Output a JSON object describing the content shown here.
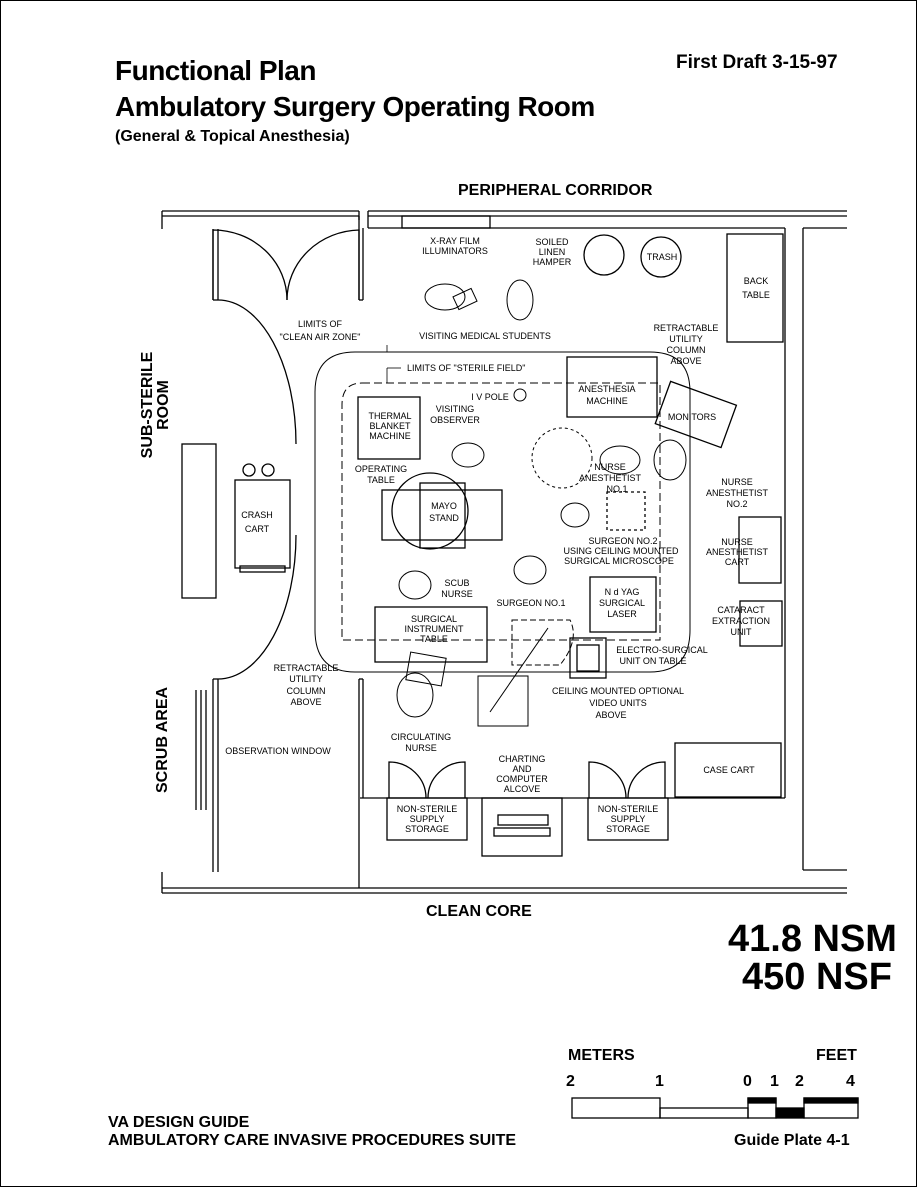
{
  "header": {
    "title_line1": "Functional Plan",
    "title_line2": "Ambulatory Surgery Operating Room",
    "subtitle": "(General & Topical Anesthesia)",
    "draft": "First Draft  3-15-97"
  },
  "corridors": {
    "top": "PERIPHERAL CORRIDOR",
    "bottom": "CLEAN CORE",
    "left_upper": "SUB-STERILE ROOM",
    "left_lower": "SCRUB AREA"
  },
  "area": {
    "metric": "41.8 NSM",
    "imperial": "450 NSF"
  },
  "labels": {
    "xray": [
      "X-RAY FILM",
      "ILLUMINATORS"
    ],
    "linen": [
      "SOILED",
      "LINEN",
      "HAMPER"
    ],
    "trash": "TRASH",
    "back_table": [
      "BACK",
      "TABLE"
    ],
    "visiting_students": "VISITING MEDICAL STUDENTS",
    "clean_air": [
      "LIMITS OF",
      "\"CLEAN AIR ZONE\""
    ],
    "sterile_field": "LIMITS OF \"STERILE FIELD\"",
    "retract_right": [
      "RETRACTABLE",
      "UTILITY",
      "COLUMN",
      "ABOVE"
    ],
    "iv_pole": "I V POLE",
    "anesthesia": [
      "ANESTHESIA",
      "MACHINE"
    ],
    "monitors": "MONITORS",
    "thermal": [
      "THERMAL",
      "BLANKET",
      "MACHINE"
    ],
    "visiting_observer": [
      "VISITING",
      "OBSERVER"
    ],
    "operating_table": [
      "OPERATING",
      "TABLE"
    ],
    "mayo": [
      "MAYO",
      "STAND"
    ],
    "nurse_anes1": [
      "NURSE",
      "ANESTHETIST",
      "NO.1"
    ],
    "nurse_anes2": [
      "NURSE",
      "ANESTHETIST",
      "NO.2"
    ],
    "crash_cart": [
      "CRASH",
      "CART"
    ],
    "surgeon2": [
      "SURGEON NO.2",
      "USING CEILING MOUNTED",
      "SURGICAL MICROSCOPE"
    ],
    "nurse_anes_cart": [
      "NURSE",
      "ANESTHETIST",
      "CART"
    ],
    "scub_nurse": [
      "SCUB",
      "NURSE"
    ],
    "surgeon1": "SURGEON NO.1",
    "laser": [
      "N d YAG",
      "SURGICAL",
      "LASER"
    ],
    "cataract": [
      "CATARACT",
      "EXTRACTION",
      "UNIT"
    ],
    "instrument_table": [
      "SURGICAL",
      "INSTRUMENT",
      "TABLE"
    ],
    "electro": [
      "ELECTRO-SURGICAL",
      "UNIT  ON TABLE"
    ],
    "retract_left": [
      "RETRACTABLE",
      "UTILITY",
      "COLUMN",
      "ABOVE"
    ],
    "video": [
      "CEILING MOUNTED  OPTIONAL",
      "VIDEO UNITS",
      "ABOVE"
    ],
    "circulating": [
      "CIRCULATING",
      "NURSE"
    ],
    "observation": "OBSERVATION  WINDOW",
    "charting": [
      "CHARTING",
      "AND",
      "COMPUTER",
      "ALCOVE"
    ],
    "case_cart": "CASE CART",
    "nonsterile_left": [
      "NON-STERILE",
      "SUPPLY",
      "STORAGE"
    ],
    "nonsterile_right": [
      "NON-STERILE",
      "SUPPLY",
      "STORAGE"
    ]
  },
  "scale": {
    "meters_label": "METERS",
    "feet_label": "FEET",
    "meter_ticks": [
      "2",
      "1",
      "0"
    ],
    "feet_ticks": [
      "1",
      "2",
      "4"
    ]
  },
  "footer": {
    "line1": "VA DESIGN GUIDE",
    "line2": "AMBULATORY CARE INVASIVE PROCEDURES SUITE",
    "plate": "Guide Plate 4-1"
  }
}
